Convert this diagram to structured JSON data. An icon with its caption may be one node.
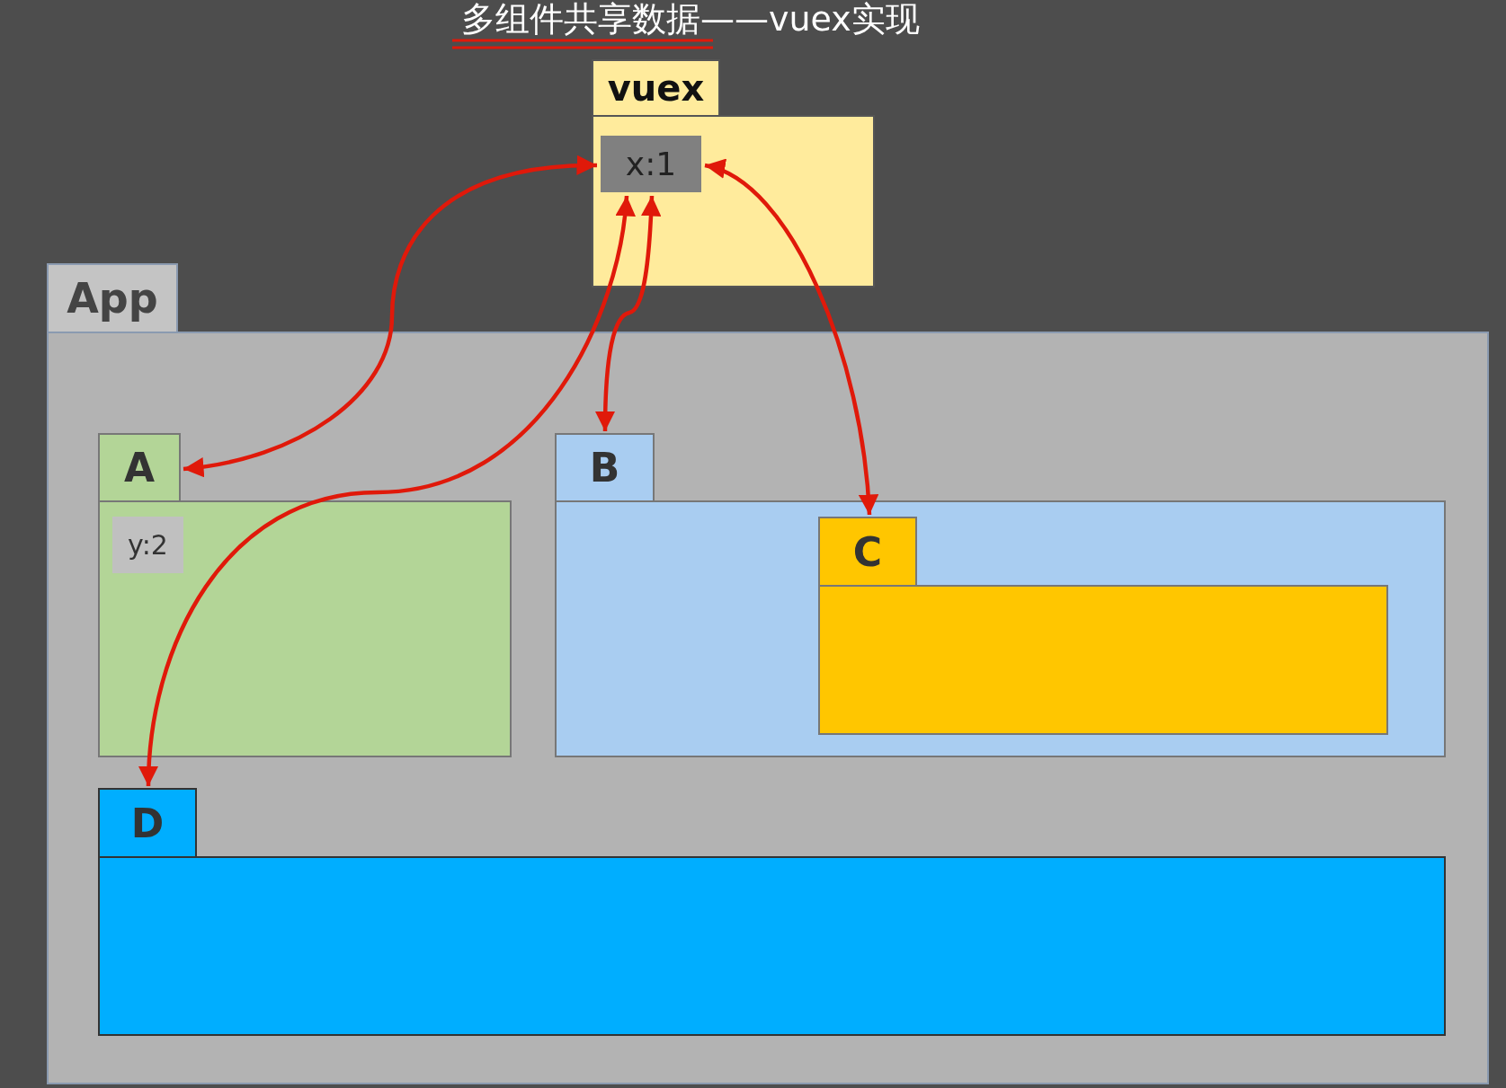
{
  "diagram": {
    "title": "多组件共享数据——vuex实现",
    "nodes": [
      {
        "text": [
          "vuex"
        ]
      },
      {
        "text": [
          "x:1"
        ],
        "in": 0
      },
      {
        "text": [
          "App"
        ]
      },
      {
        "text": [
          "A"
        ],
        "in": 2
      },
      {
        "text": [
          "y:2"
        ],
        "in": 3
      },
      {
        "text": [
          "B"
        ],
        "in": 2
      },
      {
        "text": [
          "C"
        ],
        "in": 5
      },
      {
        "text": [
          "D"
        ],
        "in": 2
      }
    ],
    "edges": [
      {
        "from": 1,
        "to": 3,
        "arrow": "both"
      },
      {
        "from": 1,
        "to": 7,
        "arrow": "both"
      },
      {
        "from": 1,
        "to": 5,
        "arrow": "both"
      },
      {
        "from": 1,
        "to": 6,
        "arrow": "both"
      }
    ]
  }
}
